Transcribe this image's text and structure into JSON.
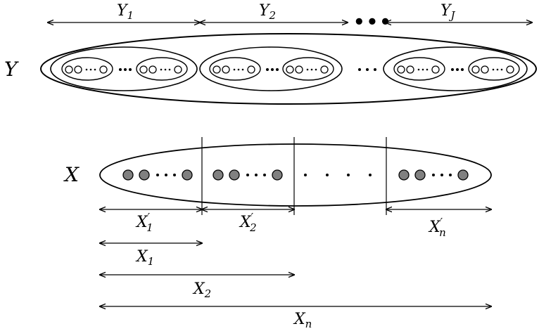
{
  "top": {
    "set_label": "Y",
    "partitions": [
      {
        "base": "Y",
        "sub": "1"
      },
      {
        "base": "Y",
        "sub": "2"
      },
      {
        "base": "Y",
        "sub": "J"
      }
    ],
    "ellipsis": "•••"
  },
  "bottom": {
    "set_label": "X",
    "blocks": [
      {
        "base": "X",
        "sub": "1",
        "prime": "′"
      },
      {
        "base": "X",
        "sub": "2",
        "prime": "′"
      },
      {
        "base": "X",
        "sub": "n",
        "prime": "′"
      }
    ],
    "cumulative": [
      {
        "base": "X",
        "sub": "1"
      },
      {
        "base": "X",
        "sub": "2"
      },
      {
        "base": "X",
        "sub": "n"
      }
    ]
  },
  "colors": {
    "stroke": "#000000",
    "node_fill": "#808080",
    "open_node_fill": "#ffffff"
  }
}
